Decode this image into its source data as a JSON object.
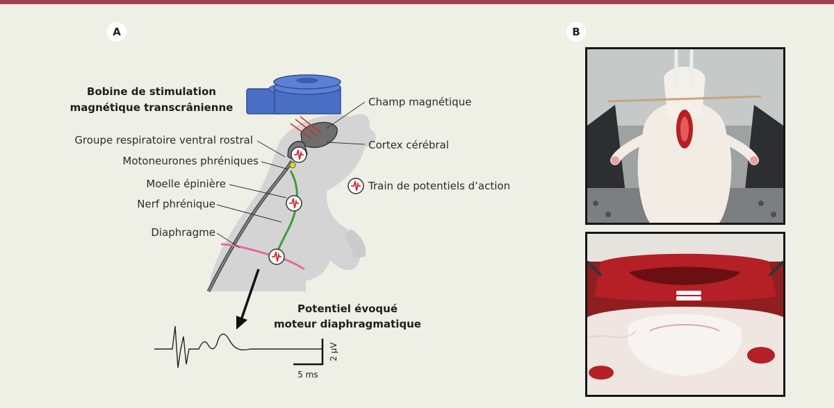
{
  "panel_a": {
    "badge": "A",
    "coil_title_line1": "Bobine de stimulation",
    "coil_title_line2": "magnétique transcrânienne",
    "labels": {
      "magnetic_field": "Champ magnétique",
      "cortex": "Cortex cérébral",
      "rostral_group": "Groupe respiratoire ventral rostral",
      "motoneurons": "Motoneurones phréniques",
      "spinal_cord": "Moelle épinière",
      "phrenic_nerve": "Nerf phrénique",
      "diaphragm": "Diaphragme",
      "action_potentials": "Train de potentiels d’action"
    },
    "mep_title_line1": "Potentiel évoqué",
    "mep_title_line2": "moteur diaphragmatique",
    "scale_voltage": "2 µV",
    "scale_time": "5 ms"
  },
  "panel_b": {
    "badge": "B",
    "photo_top": "rat-supine-photo",
    "photo_bottom": "diaphragm-surgery-photo"
  },
  "colors": {
    "top_bar": "#a0434e",
    "background": "#eef0e6",
    "coil": "#4a6fc4",
    "nerve": "#3c9a3c",
    "diaphragm": "#e46a9a",
    "action_potential": "#d42b2b",
    "tissue": "#b42025"
  }
}
